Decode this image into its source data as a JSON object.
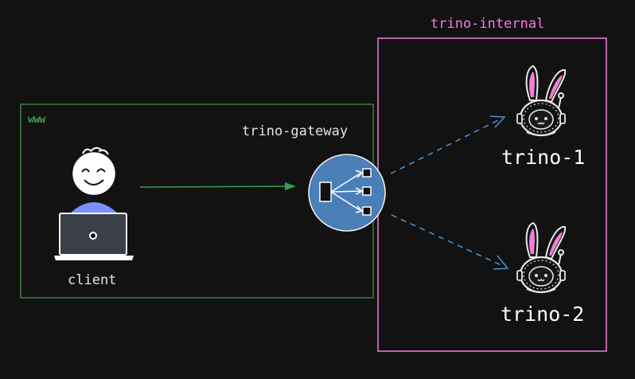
{
  "groups": {
    "internal": {
      "label": "trino-internal",
      "color": "#f27ddc"
    },
    "www": {
      "label": "www",
      "color": "#3d9c4b"
    }
  },
  "nodes": {
    "gateway": {
      "label": "trino-gateway",
      "color": "#4a7fb8"
    },
    "client": {
      "label": "client",
      "accent": "#7a90ff"
    },
    "trino1": {
      "label": "trino-1",
      "ear_color": "#f27ddc"
    },
    "trino2": {
      "label": "trino-2",
      "ear_color": "#f27ddc"
    }
  },
  "edges": [
    {
      "from": "client",
      "to": "gateway",
      "style": "solid",
      "color": "#3d9c4b"
    },
    {
      "from": "gateway",
      "to": "trino1",
      "style": "dashed",
      "color": "#4d93d9"
    },
    {
      "from": "gateway",
      "to": "trino2",
      "style": "dashed",
      "color": "#4d93d9"
    }
  ]
}
